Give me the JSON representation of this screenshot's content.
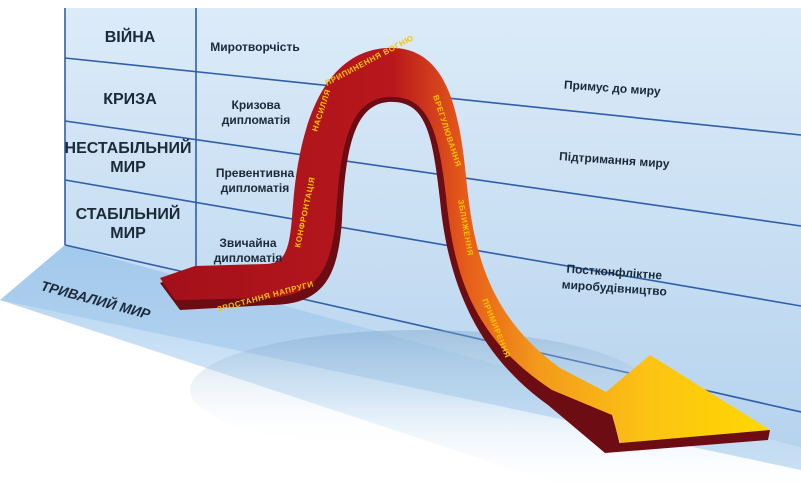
{
  "levels": {
    "war": "ВІЙНА",
    "crisis": "КРИЗА",
    "unstable_1": "НЕСТАБІЛЬНИЙ",
    "unstable_2": "МИР",
    "stable_1": "СТАБІЛЬНИЙ",
    "stable_2": "МИР",
    "durable": "ТРИВАЛИЙ МИР"
  },
  "actions_left": {
    "peacemaking": "Миротворчість",
    "crisis_dipl_1": "Кризова",
    "crisis_dipl_2": "дипломатія",
    "preventive_1": "Превентивна",
    "preventive_2": "дипломатія",
    "ordinary_1": "Звичайна",
    "ordinary_2": "дипломатія"
  },
  "actions_right": {
    "enforcement": "Примус до миру",
    "peacekeeping": "Підтримання миру",
    "postconflict_1": "Постконфліктне",
    "postconflict_2": "миробудівництво"
  },
  "ribbon_labels": {
    "rising_tension": "ЗРОСТАННЯ НАПРУГИ",
    "confrontation": "КОНФРОНТАЦІЯ",
    "violence": "НАСИЛЛЯ",
    "ceasefire": "ПРИПИНЕННЯ ВОГНЮ",
    "settlement": "ВРЕГУЛЮВАННЯ",
    "rapprochement": "ЗБЛИЖЕННЯ",
    "reconciliation": "ПРИМИРЕННЯ"
  },
  "colors": {
    "wall_top": "#d6e8f7",
    "wall_bottom": "#b9d6ef",
    "grid_line": "#2f5fa8",
    "ribbon_dark": "#7a0f14",
    "ribbon_red": "#b5141b",
    "ribbon_orange": "#f08a1c",
    "ribbon_yellow": "#ffd200",
    "label_text": "#1b2a3a"
  }
}
